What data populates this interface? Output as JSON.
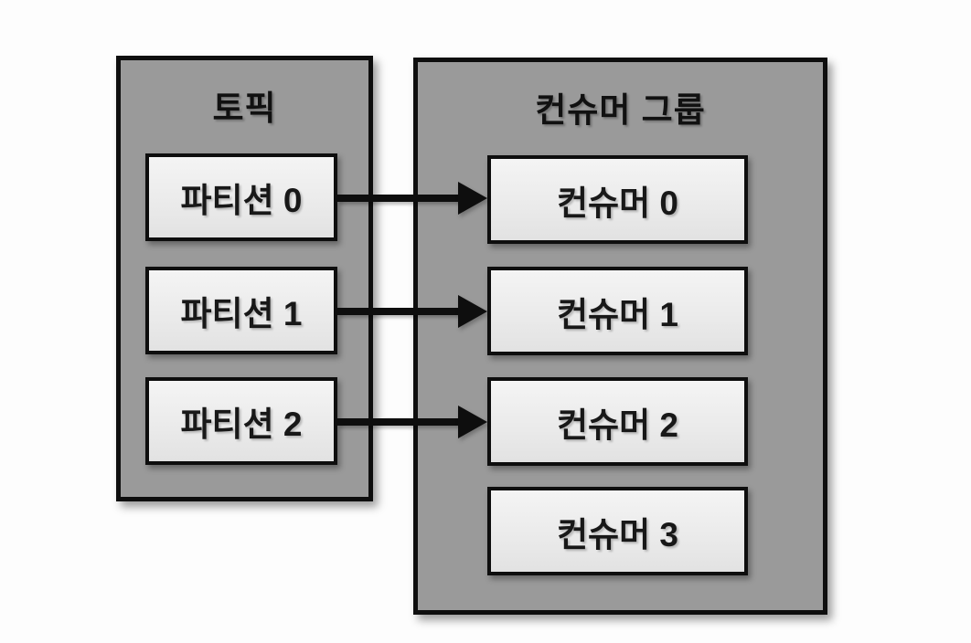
{
  "diagram": {
    "description": "Topic partitions mapped to consumers in a consumer group",
    "topic": {
      "title": "토픽",
      "partitions": [
        {
          "label": "파티션 0"
        },
        {
          "label": "파티션 1"
        },
        {
          "label": "파티션 2"
        }
      ]
    },
    "consumer_group": {
      "title": "컨슈머 그룹",
      "consumers": [
        {
          "label": "컨슈머 0"
        },
        {
          "label": "컨슈머 1"
        },
        {
          "label": "컨슈머 2"
        },
        {
          "label": "컨슈머 3"
        }
      ]
    },
    "connections": [
      {
        "from": "파티션 0",
        "to": "컨슈머 0"
      },
      {
        "from": "파티션 1",
        "to": "컨슈머 1"
      },
      {
        "from": "파티션 2",
        "to": "컨슈머 2"
      }
    ],
    "colors": {
      "container_fill": "#9a9a9a",
      "node_fill": "#ececec",
      "border": "#0e0e0e",
      "background": "#fdfdfd"
    }
  }
}
